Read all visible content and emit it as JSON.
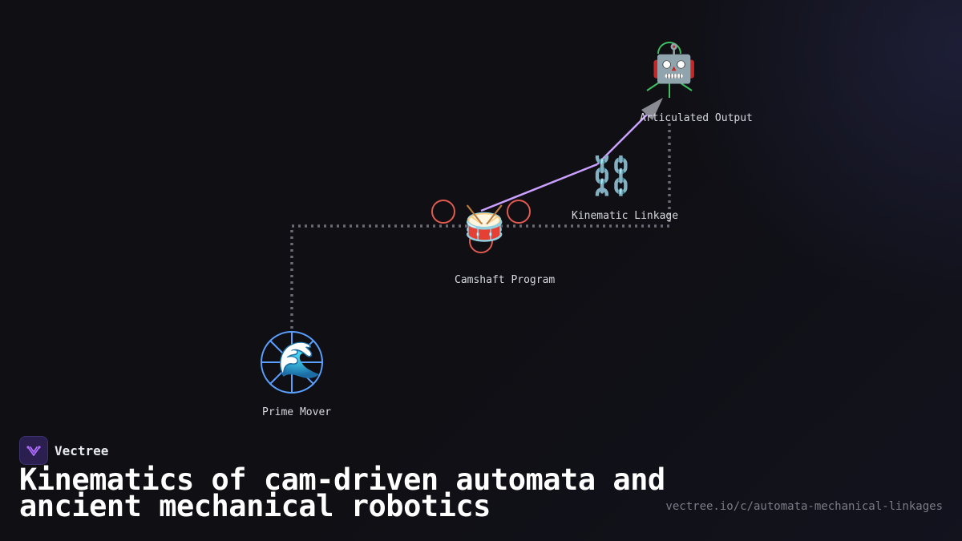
{
  "nodes": {
    "prime_mover": {
      "label": "Prime Mover",
      "icon": "🌊",
      "icon_name": "wave-icon",
      "color": "#5aa0ff"
    },
    "camshaft": {
      "label": "Camshaft Program",
      "icon": "🥁",
      "icon_name": "drum-icon",
      "color": "#e05a4f"
    },
    "linkage": {
      "label": "Kinematic Linkage",
      "icon": "⛓️",
      "icon_name": "chain-icon"
    },
    "output": {
      "label": "Articulated Output",
      "icon": "🤖",
      "icon_name": "robot-icon",
      "color": "#3fbf5f"
    }
  },
  "edges": {
    "active_color": "#c9a0ff",
    "dotted_color": "#6a6a74",
    "arrow_color": "#8a8a92"
  },
  "brand": {
    "name": "Vectree",
    "logo_color": "#b06cff"
  },
  "title": "Kinematics of cam-driven automata and ancient mechanical robotics",
  "url": "vectree.io/c/automata-mechanical-linkages"
}
